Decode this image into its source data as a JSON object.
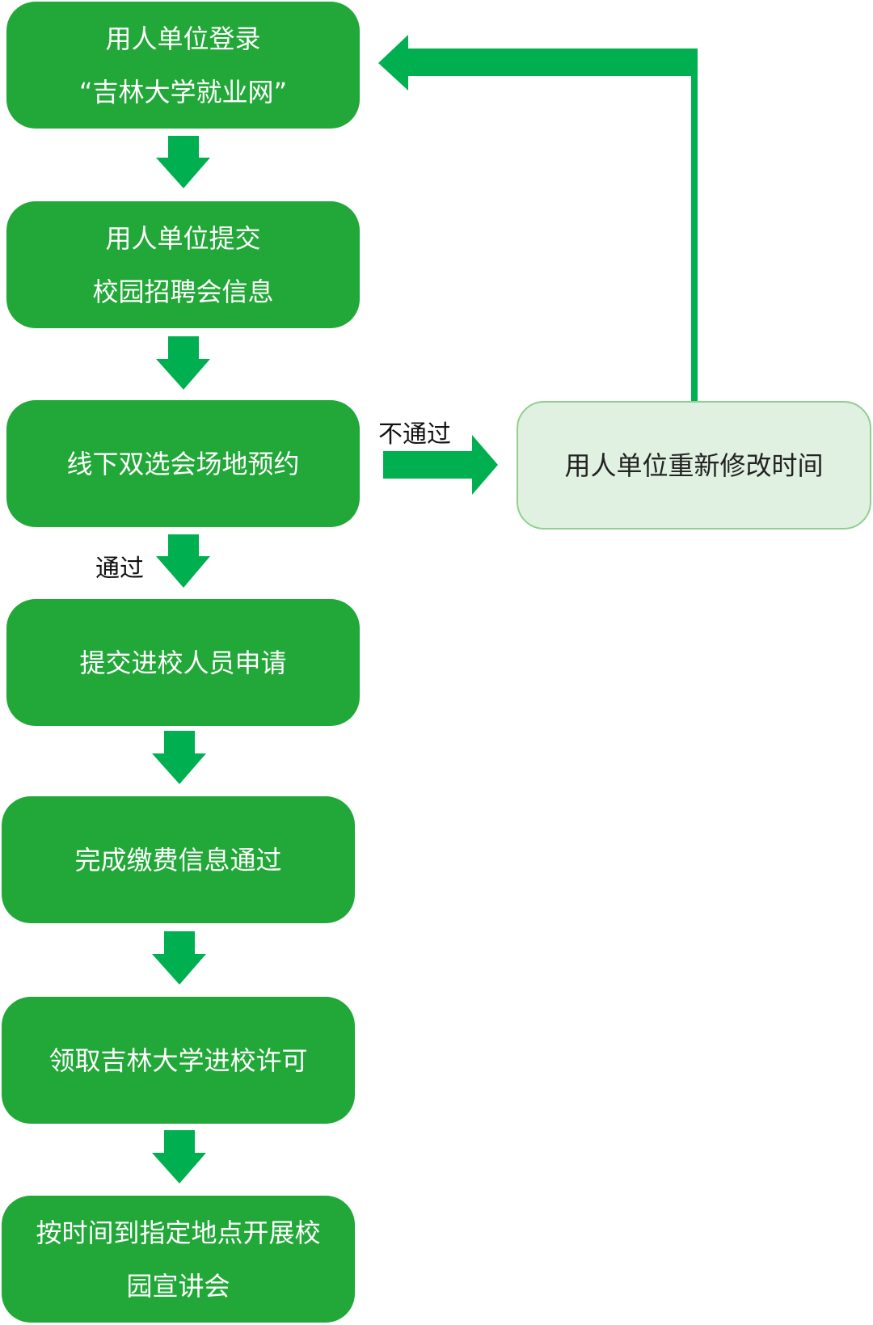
{
  "steps": [
    {
      "line1": "用人单位登录",
      "line2": "“吉林大学就业网”"
    },
    {
      "line1": "用人单位提交",
      "line2": "校园招聘会信息"
    },
    {
      "line1": "线下双选会场地预约"
    },
    {
      "line1": "提交进校人员申请"
    },
    {
      "line1": "完成缴费信息通过"
    },
    {
      "line1": "领取吉林大学进校许可"
    },
    {
      "line1": "按时间到指定地点开展校",
      "line2": "园宣讲会"
    }
  ],
  "side_step": {
    "label": "用人单位重新修改时间"
  },
  "labels": {
    "pass": "通过",
    "fail": "不通过"
  },
  "colors": {
    "box": "#22a838",
    "arrow": "#00b050",
    "side_fill": "#e0f0e1",
    "side_border": "#8fd08f"
  }
}
